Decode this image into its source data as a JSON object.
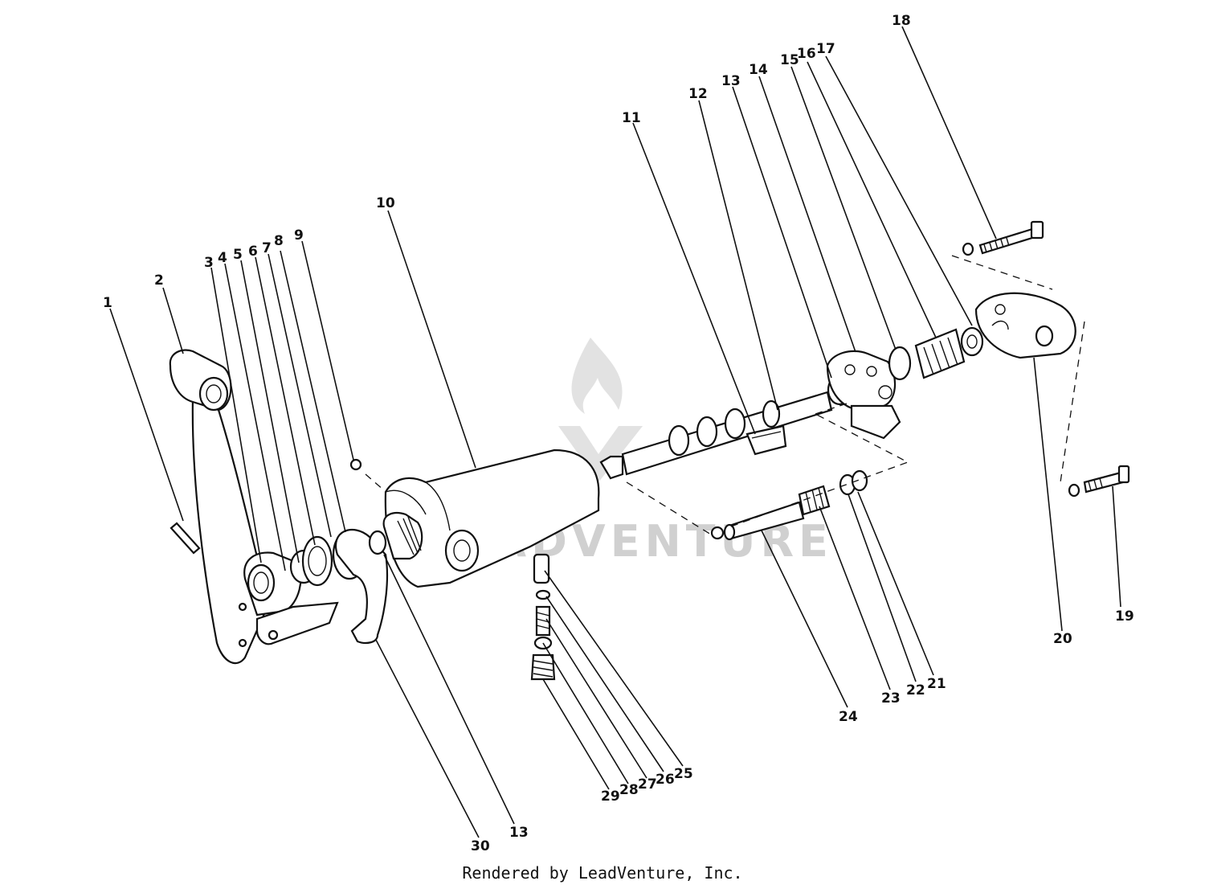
{
  "diagram": {
    "part_labels": [
      {
        "num": "1"
      },
      {
        "num": "2"
      },
      {
        "num": "3"
      },
      {
        "num": "4"
      },
      {
        "num": "5"
      },
      {
        "num": "6"
      },
      {
        "num": "7"
      },
      {
        "num": "8"
      },
      {
        "num": "9"
      },
      {
        "num": "10"
      },
      {
        "num": "11"
      },
      {
        "num": "12"
      },
      {
        "num": "13"
      },
      {
        "num": "14"
      },
      {
        "num": "15"
      },
      {
        "num": "16"
      },
      {
        "num": "17"
      },
      {
        "num": "18"
      },
      {
        "num": "19"
      },
      {
        "num": "20"
      },
      {
        "num": "21"
      },
      {
        "num": "22"
      },
      {
        "num": "23"
      },
      {
        "num": "24"
      },
      {
        "num": "25"
      },
      {
        "num": "26"
      },
      {
        "num": "27"
      },
      {
        "num": "28"
      },
      {
        "num": "29"
      },
      {
        "num": "30"
      },
      {
        "num": "13"
      }
    ],
    "watermark": "LEADVENTURE",
    "line_color": "#111111",
    "watermark_color": "#d0d0d0"
  },
  "footer": {
    "credit": "Rendered by LeadVenture, Inc."
  }
}
